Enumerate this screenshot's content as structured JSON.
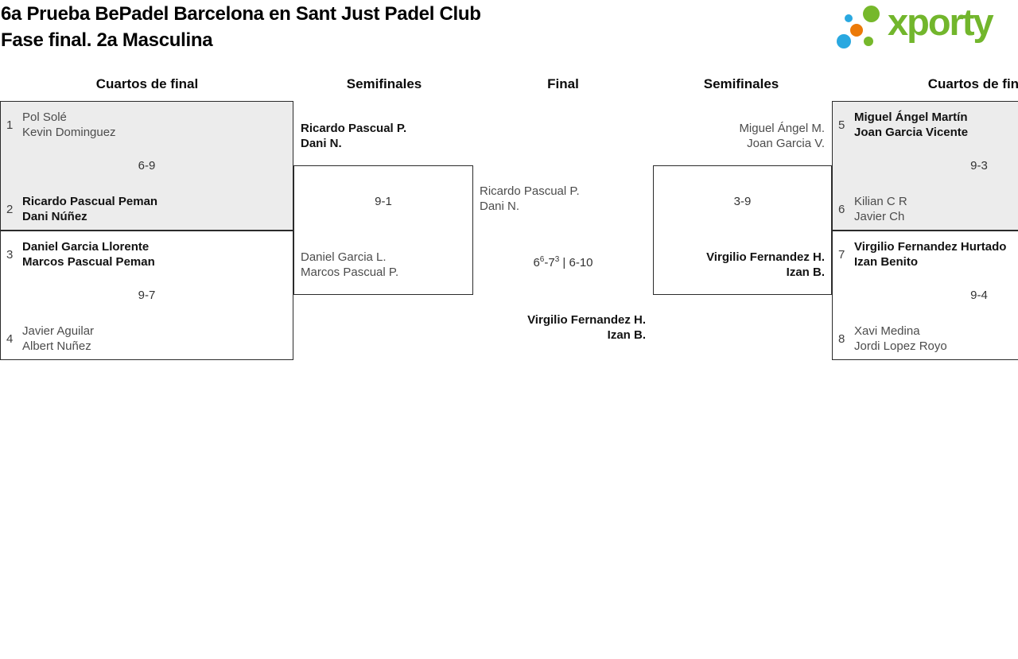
{
  "header": {
    "title_line1": "6a Prueba BePadel Barcelona en Sant Just Padel Club",
    "title_line2": "Fase final. 2a Masculina"
  },
  "logo": {
    "wordmark": "xporty",
    "colors": {
      "green": "#76b82b",
      "blue": "#29a8e0",
      "orange": "#ec7a08",
      "word_green": "#72b62c"
    }
  },
  "round_headers": [
    "Cuartos de final",
    "Semifinales",
    "Final",
    "Semifinales",
    "Cuartos de final"
  ],
  "colors": {
    "box_border": "#2b2b2b",
    "box_fill_gray": "#ececec",
    "winner_text": "#121212",
    "loser_text": "#4c4c4c",
    "score_text": "#333333"
  },
  "bracket": {
    "qf_left": [
      {
        "team1": {
          "seed": "1",
          "players": [
            "Pol Solé",
            "Kevin Dominguez"
          ],
          "result": "loser"
        },
        "score": "6-9",
        "team2": {
          "seed": "2",
          "players": [
            "Ricardo Pascual Peman",
            "Dani Núñez"
          ],
          "result": "winner"
        }
      },
      {
        "team1": {
          "seed": "3",
          "players": [
            "Daniel Garcia Llorente",
            "Marcos Pascual Peman"
          ],
          "result": "winner"
        },
        "score": "9-7",
        "team2": {
          "seed": "4",
          "players": [
            "Javier Aguilar",
            "Albert Nuñez"
          ],
          "result": "loser"
        }
      }
    ],
    "sf_left": {
      "team1": {
        "players": [
          "Ricardo Pascual P.",
          "Dani N."
        ],
        "result": "winner"
      },
      "score": "9-1",
      "team2": {
        "players": [
          "Daniel Garcia L.",
          "Marcos Pascual P."
        ],
        "result": "loser"
      }
    },
    "final": {
      "team1": {
        "players": [
          "Ricardo Pascual P.",
          "Dani N."
        ],
        "result": "loser"
      },
      "score": {
        "set1": "6",
        "set1_tb": "6",
        "set1b": "-7",
        "set1b_tb": "3",
        "tail": " | 6-10"
      },
      "team2": {
        "players": [
          "Virgilio Fernandez H.",
          "Izan B."
        ],
        "result": "winner"
      }
    },
    "sf_right": {
      "team1": {
        "players": [
          "Miguel Ángel M.",
          "Joan Garcia V."
        ],
        "result": "loser"
      },
      "score": "3-9",
      "team2": {
        "players": [
          "Virgilio Fernandez H.",
          "Izan B."
        ],
        "result": "winner"
      }
    },
    "qf_right": [
      {
        "team1": {
          "seed": "5",
          "players": [
            "Miguel Ángel Martín",
            "Joan Garcia Vicente"
          ],
          "result": "winner"
        },
        "score": "9-3",
        "team2": {
          "seed": "6",
          "players": [
            "Kilian C R",
            "Javier Ch"
          ],
          "result": "loser"
        }
      },
      {
        "team1": {
          "seed": "7",
          "players": [
            "Virgilio Fernandez Hurtado",
            "Izan Benito"
          ],
          "result": "winner"
        },
        "score": "9-4",
        "team2": {
          "seed": "8",
          "players": [
            "Xavi Medina",
            "Jordi Lopez Royo"
          ],
          "result": "loser"
        }
      }
    ]
  }
}
